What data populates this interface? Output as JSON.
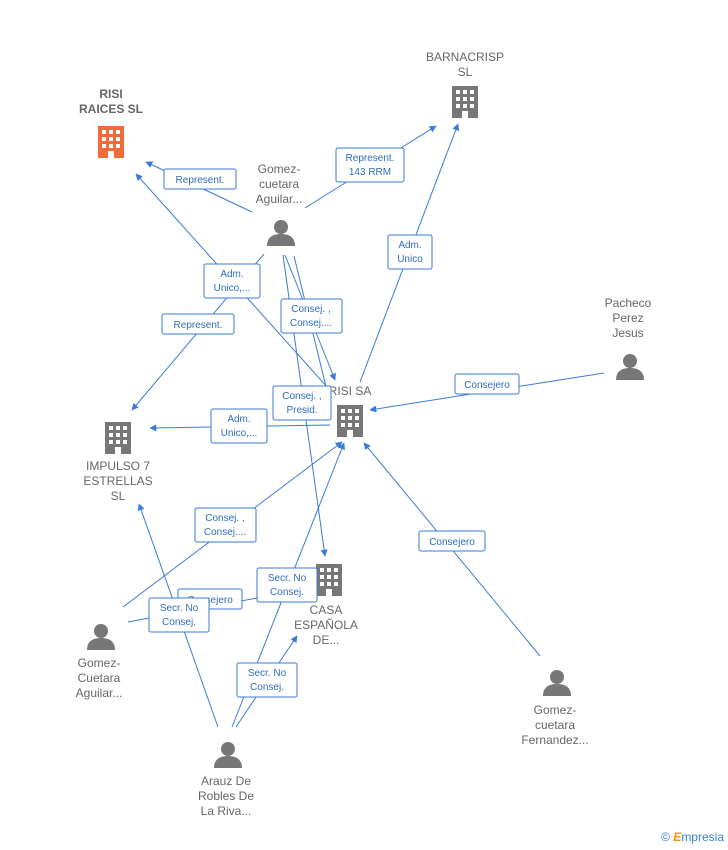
{
  "colors": {
    "edge": "#3a7bd5",
    "company": "#777777",
    "company_highlight": "#f26b3a",
    "person": "#777777"
  },
  "nodes": {
    "risi_raices": {
      "type": "company",
      "highlight": true,
      "label": [
        "RISI",
        "RAICES  SL"
      ]
    },
    "barnacrisp": {
      "type": "company",
      "label": [
        "BARNACRISP",
        "SL"
      ]
    },
    "risi_sa": {
      "type": "company",
      "label": [
        "RISI SA"
      ]
    },
    "impulso7": {
      "type": "company",
      "label": [
        "IMPULSO 7",
        "ESTRELLAS",
        "SL"
      ]
    },
    "casa_espanola": {
      "type": "company",
      "label": [
        "CASA",
        "ESPAÑOLA",
        "DE..."
      ]
    },
    "gomez_aguilar_1": {
      "type": "person",
      "label": [
        "Gomez-",
        "cuetara",
        "Aguilar..."
      ]
    },
    "pacheco": {
      "type": "person",
      "label": [
        "Pacheco",
        "Perez",
        "Jesus"
      ]
    },
    "gomez_aguilar_2": {
      "type": "person",
      "label": [
        "Gomez-",
        "Cuetara",
        "Aguilar..."
      ]
    },
    "arauz": {
      "type": "person",
      "label": [
        "Arauz De",
        "Robles De",
        "La Riva..."
      ]
    },
    "gomez_fernandez": {
      "type": "person",
      "label": [
        "Gomez-",
        "cuetara",
        "Fernandez..."
      ]
    }
  },
  "edges": [
    {
      "id": "e1",
      "labels": [
        "Represent."
      ]
    },
    {
      "id": "e2",
      "labels": [
        "Represent.",
        "143 RRM"
      ]
    },
    {
      "id": "e3",
      "labels": [
        "Adm.",
        "Unico"
      ]
    },
    {
      "id": "e4",
      "labels": [
        "Adm.",
        "Unico,..."
      ]
    },
    {
      "id": "e5",
      "labels": [
        "Represent."
      ]
    },
    {
      "id": "e6",
      "labels": [
        "Consej. ,",
        "Consej...."
      ]
    },
    {
      "id": "e7",
      "labels": [
        "Consejero"
      ]
    },
    {
      "id": "e8",
      "labels": [
        "Consej. ,",
        "Presid."
      ]
    },
    {
      "id": "e9",
      "labels": [
        "Adm.",
        "Unico,..."
      ]
    },
    {
      "id": "e10",
      "labels": [
        "Consej. ,",
        "Consej...."
      ]
    },
    {
      "id": "e11",
      "labels": [
        "Consejero"
      ]
    },
    {
      "id": "e12",
      "labels": [
        "Secr.  No",
        "Consej."
      ]
    },
    {
      "id": "e13",
      "labels": [
        "Consejero"
      ]
    },
    {
      "id": "e14",
      "labels": [
        "Secr.  No",
        "Consej."
      ]
    },
    {
      "id": "e15",
      "labels": [
        "Secr.  No",
        "Consej."
      ]
    }
  ],
  "brand": {
    "symbol": "©",
    "name_initial": "E",
    "name_rest": "mpresia"
  }
}
